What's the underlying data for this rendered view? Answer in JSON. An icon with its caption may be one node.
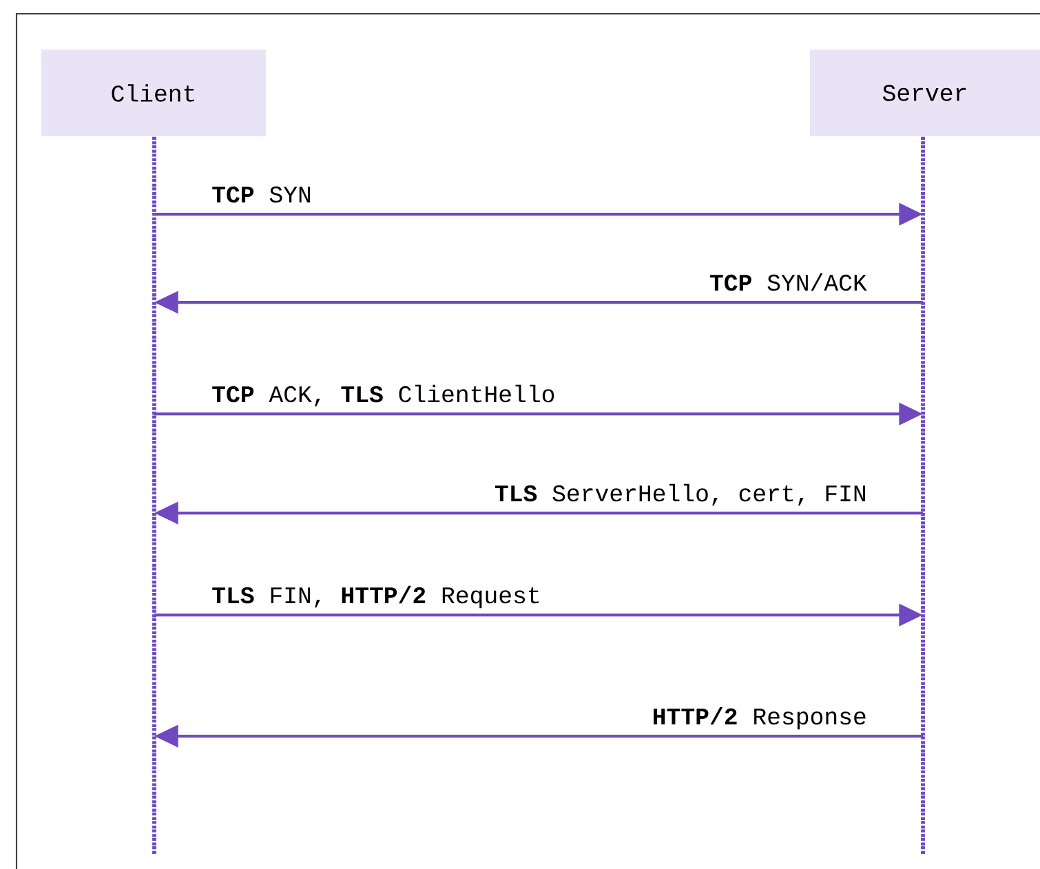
{
  "diagram": {
    "nodes": [
      {
        "text": [
          "Client"
        ]
      },
      {
        "text": [
          "Server"
        ]
      },
      {
        "text": [],
        "shape": "bar"
      },
      {
        "text": [],
        "shape": "bar"
      }
    ],
    "edges": [
      {
        "from": 2,
        "to": 3,
        "arrow": "to",
        "label": "**TCP** SYN"
      },
      {
        "from": 3,
        "to": 2,
        "arrow": "to",
        "label": "**TCP** SYN/ACK"
      },
      {
        "from": 2,
        "to": 3,
        "arrow": "to",
        "label": "**TCP** ACK, **TLS** ClientHello"
      },
      {
        "from": 3,
        "to": 2,
        "arrow": "to",
        "label": "**TLS** ServerHello, cert, FIN"
      },
      {
        "from": 2,
        "to": 3,
        "arrow": "to",
        "label": "**TLS** FIN, **HTTP/2** Request"
      },
      {
        "from": 3,
        "to": 2,
        "arrow": "to",
        "label": "**HTTP/2** Response"
      }
    ]
  }
}
